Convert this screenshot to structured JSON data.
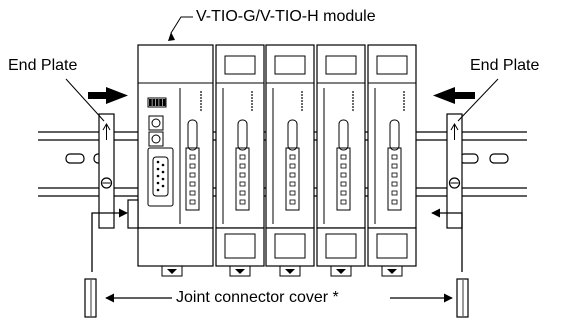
{
  "labels": {
    "module": "V-TIO-G/V-TIO-H module",
    "end_plate_left": "End Plate",
    "end_plate_right": "End Plate",
    "joint_cover": "Joint connector cover *"
  },
  "module_count": 5
}
